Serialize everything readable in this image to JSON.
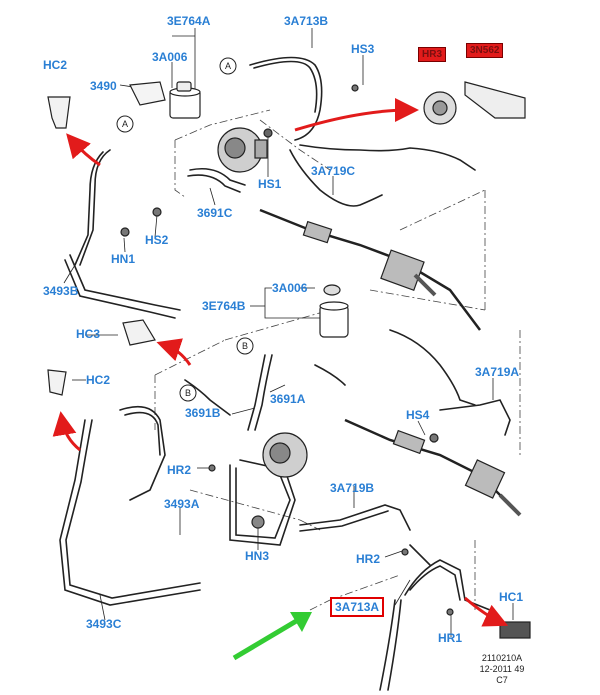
{
  "labels": {
    "L3E764A": "3E764A",
    "L3A006a": "3A006",
    "L3490": "3490",
    "L3A713B": "3A713B",
    "LHS3": "HS3",
    "LHC2a": "HC2",
    "LHS1": "HS1",
    "L3A719C": "3A719C",
    "L3691C": "3691C",
    "LHS2": "HS2",
    "LHN1": "HN1",
    "L3493B": "3493B",
    "L3A006b": "3A006",
    "L3E764B": "3E764B",
    "LHC3": "HC3",
    "LHC2b": "HC2",
    "L3691B": "3691B",
    "L3691A": "3691A",
    "L3A719A": "3A719A",
    "LHS4": "HS4",
    "LHR2a": "HR2",
    "L3493A": "3493A",
    "L3A719B": "3A719B",
    "LHN3": "HN3",
    "LHR2b": "HR2",
    "L3493C": "3493C",
    "L3A713A": "3A713A",
    "LHC1": "HC1",
    "LHR1": "HR1",
    "LHR3": "HR3",
    "L3N562": "3N562"
  },
  "callouts": {
    "A1": "A",
    "A2": "A",
    "B1": "B",
    "B2": "B"
  },
  "caption": {
    "line1": "2110210A",
    "line2": "12-2011 49",
    "line3": "C7"
  },
  "colors": {
    "label": "#2a7fd4",
    "arrow_red": "#e21b1b",
    "arrow_green": "#33cc33",
    "line": "#222222"
  }
}
